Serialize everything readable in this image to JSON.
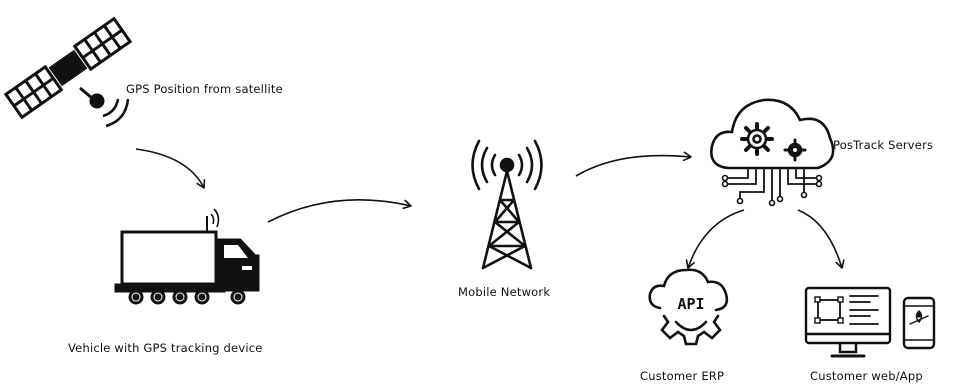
{
  "nodes": {
    "satellite": {
      "label": "GPS Position from satellite",
      "icon": "satellite-icon"
    },
    "vehicle": {
      "label": "Vehicle with GPS tracking device",
      "icon": "truck-icon"
    },
    "tower": {
      "label": "Mobile Network",
      "icon": "cell-tower-icon"
    },
    "servers": {
      "label": "PosTrack Servers",
      "icon": "cloud-server-icon"
    },
    "erp": {
      "label": "Customer ERP",
      "icon": "api-gear-icon",
      "badge": "API"
    },
    "webapp": {
      "label": "Customer web/App",
      "icon": "monitor-phone-icon"
    }
  },
  "colors": {
    "ink": "#111111",
    "background": "#ffffff"
  }
}
